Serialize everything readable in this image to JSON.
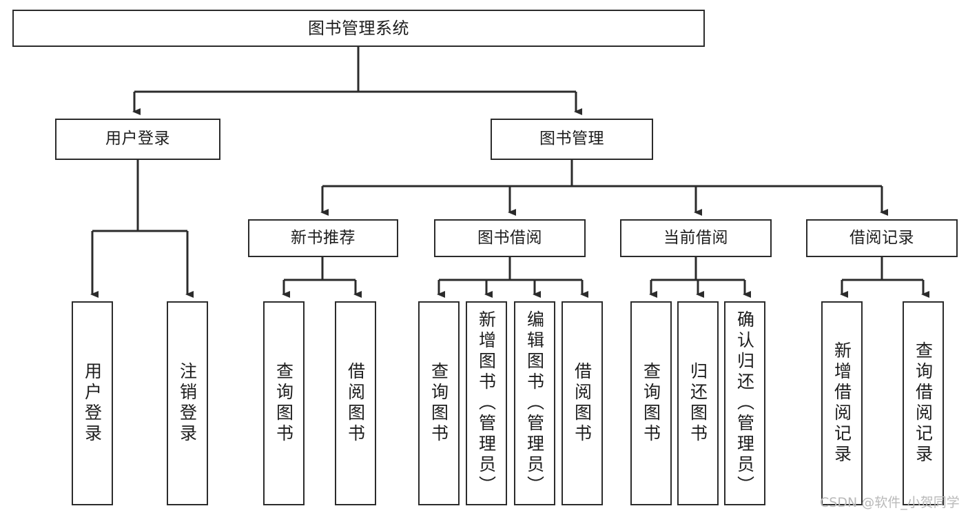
{
  "diagram": {
    "title": "图书管理系统",
    "type": "tree-hierarchy",
    "background_color": "#ffffff",
    "line_color": "#2b2b2b",
    "box_border_color": "#2b2b2b",
    "text_color": "#1d1d1d"
  },
  "nodes": {
    "root": {
      "label": "图书管理系统"
    },
    "level2": [
      {
        "label": "用户登录"
      },
      {
        "label": "图书管理"
      }
    ],
    "level3": [
      {
        "label": "新书推荐"
      },
      {
        "label": "图书借阅"
      },
      {
        "label": "当前借阅"
      },
      {
        "label": "借阅记录"
      }
    ],
    "leaves": {
      "user_login": [
        {
          "label": "用户登录"
        },
        {
          "label": "注销登录"
        }
      ],
      "new_book_recommend": [
        {
          "label": "查询图书"
        },
        {
          "label": "借阅图书"
        }
      ],
      "book_borrow": [
        {
          "label": "查询图书"
        },
        {
          "label": "新增图书（管理员）"
        },
        {
          "label": "编辑图书（管理员）"
        },
        {
          "label": "借阅图书"
        }
      ],
      "current_borrow": [
        {
          "label": "查询图书"
        },
        {
          "label": "归还图书"
        },
        {
          "label": "确认归还（管理员）"
        }
      ],
      "borrow_record": [
        {
          "label": "新增借阅记录"
        },
        {
          "label": "查询借阅记录"
        }
      ]
    }
  },
  "watermark": {
    "text": "CSDN @软件_小贺同学"
  }
}
